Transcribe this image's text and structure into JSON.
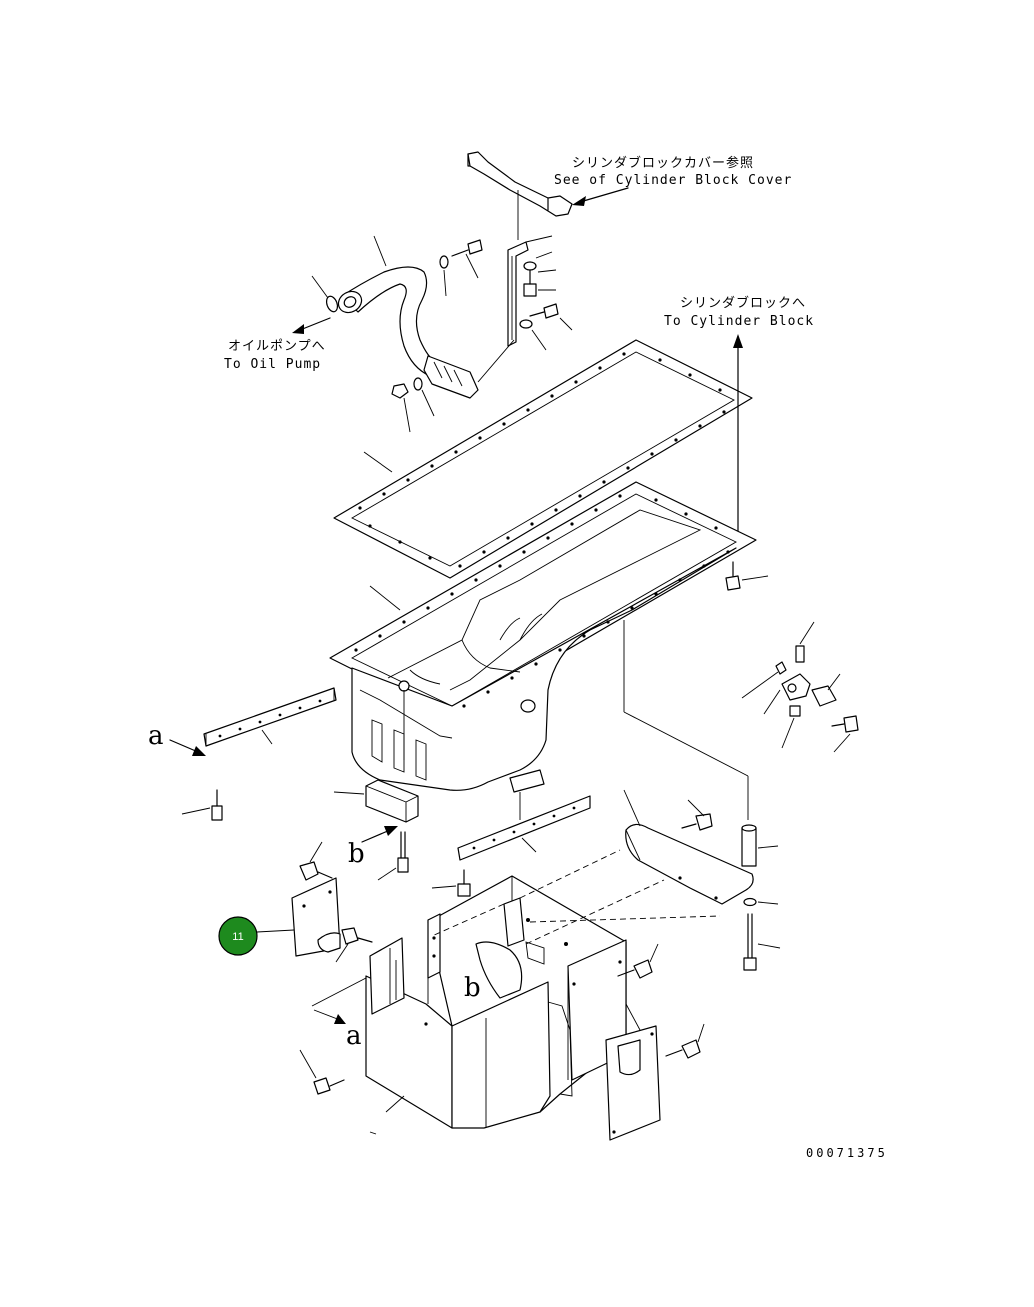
{
  "labels": {
    "cylinder_block_cover_jp": "シリンダブロックカバー参照",
    "cylinder_block_cover_en": "See of Cylinder Block Cover",
    "cylinder_block_jp": "シリンダブロックへ",
    "cylinder_block_en": "To Cylinder Block",
    "oil_pump_jp": "オイルポンプへ",
    "oil_pump_en": "To Oil Pump"
  },
  "view_markers": {
    "a_upper": "a",
    "b_middle": "b",
    "b_lower": "b",
    "a_lower": "a"
  },
  "callout": {
    "number": "11",
    "color": "#1e8a1e"
  },
  "drawing_code": "00071375"
}
